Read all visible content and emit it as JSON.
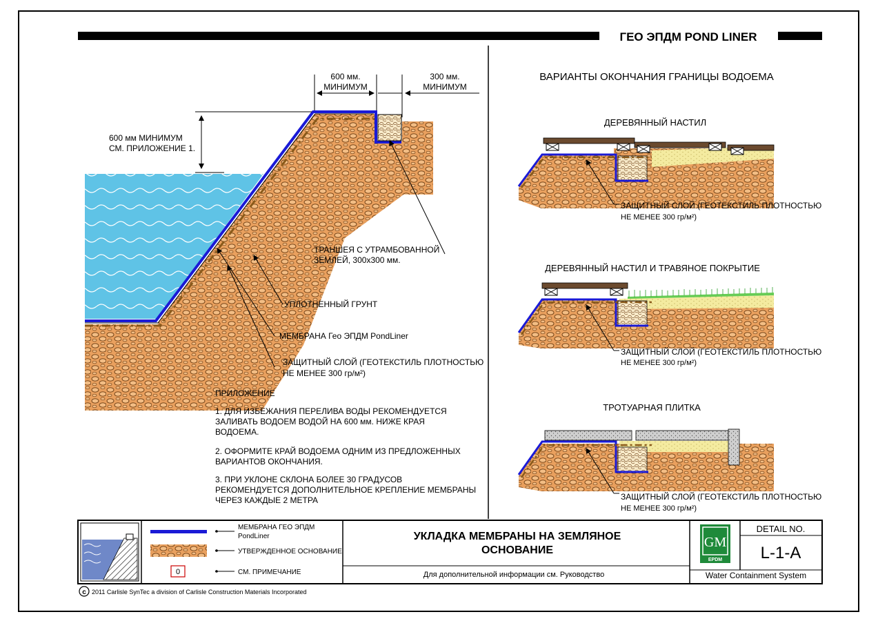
{
  "header": {
    "title": "ГЕО ЭПДМ POND LINER"
  },
  "left": {
    "dim_600_top": "600 мм.",
    "dim_600_bottom": "МИНИМУМ",
    "dim_300_top": "300 мм.",
    "dim_300_bottom": "МИНИМУМ",
    "height_line1": "600 мм МИНИМУМ",
    "height_line2": "СМ. ПРИЛОЖЕНИЕ 1.",
    "trench_line1": "ТРАНШЕЯ С УТРАМБОВАННОЙ",
    "trench_line2": "ЗЕМЛЕЙ, 300x300 мм.",
    "soil": "УПЛОТНЕННЫЙ ГРУНТ",
    "membrane": "МЕМБРАНА Гео ЭПДМ PondLiner",
    "protect_line1": "ЗАЩИТНЫЙ СЛОЙ (ГЕОТЕКСТИЛЬ ПЛОТНОСТЬЮ",
    "protect_line2": "НЕ МЕНЕЕ 300 гр/м²)"
  },
  "notes": {
    "heading": "ПРИЛОЖЕНИЕ",
    "n1_l1": "1.    ДЛЯ ИЗБЕЖАНИЯ ПЕРЕЛИВА ВОДЫ РЕКОМЕНДУЕТСЯ",
    "n1_l2": "ЗАЛИВАТЬ ВОДОЕМ ВОДОЙ НА 600 мм. НИЖЕ КРАЯ",
    "n1_l3": "ВОДОЕМА.",
    "n2_l1": "2.    ОФОРМИТЕ КРАЙ ВОДОЕМА ОДНИМ ИЗ ПРЕДЛОЖЕННЫХ",
    "n2_l2": "ВАРИАНТОВ ОКОНЧАНИЯ.",
    "n3_l1": "3.    ПРИ УКЛОНЕ СКЛОНА БОЛЕЕ 30 ГРАДУСОВ",
    "n3_l2": "РЕКОМЕНДУЕТСЯ ДОПОЛНИТЕЛЬНОЕ КРЕПЛЕНИЕ МЕМБРАНЫ",
    "n3_l3": "ЧЕРЕЗ КАЖДЫЕ 2 МЕТРА"
  },
  "right": {
    "heading": "ВАРИАНТЫ ОКОНЧАНИЯ ГРАНИЦЫ ВОДОЕМА",
    "v1_title": "ДЕРЕВЯННЫЙ НАСТИЛ",
    "v2_title": "ДЕРЕВЯННЫЙ НАСТИЛ И ТРАВЯНОЕ ПОКРЫТИЕ",
    "v3_title": "ТРОТУАРНАЯ ПЛИТКА",
    "protect_line1": "ЗАЩИТНЫЙ СЛОЙ (ГЕОТЕКСТИЛЬ ПЛОТНОСТЬЮ",
    "protect_line2": "НЕ МЕНЕЕ 300 гр/м²)"
  },
  "legend": {
    "membrane_line1": "МЕМБРАНА ГЕО ЭПДМ",
    "membrane_line2": "PondLiner",
    "base": "УТВЕРЖДЕННОЕ ОСНОВАНИЕ",
    "note_marker": "0",
    "note": "СМ. ПРИМЕЧАНИЕ"
  },
  "titleblock": {
    "title_line1": "УКЛАДКА МЕМБРАНЫ НА ЗЕМЛЯНОЕ",
    "title_line2": "ОСНОВАНИЕ",
    "subtitle": "Для дополнительной информации см. Руководство",
    "logo_letters": "GM",
    "logo_sub": "EPDM",
    "company": "Water Containment System",
    "detail_label": "DETAIL NO.",
    "detail_no": "L-1-A"
  },
  "footer": {
    "copyright": "2011 Carlisle SynTec a division of Carlisle Construction Materials Incorporated"
  },
  "colors": {
    "water": "#5fc3e6",
    "soil": "#e9a05e",
    "membrane": "#1a1ad6",
    "geotextile": "#8a5a1a",
    "sand": "#f4eba0",
    "wood": "#6b4a2e",
    "grass": "#66cc55",
    "paver": "#c8c8c8"
  }
}
